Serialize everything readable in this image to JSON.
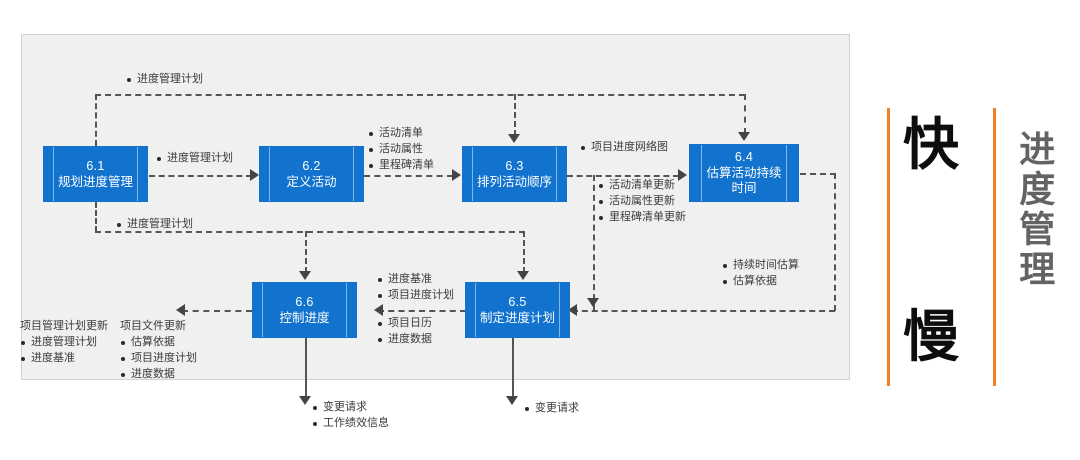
{
  "diagram": {
    "title": "进度管理",
    "boxes": [
      {
        "id": "6.1",
        "num": "6.1",
        "name": "规划进度管理"
      },
      {
        "id": "6.2",
        "num": "6.2",
        "name": "定义活动"
      },
      {
        "id": "6.3",
        "num": "6.3",
        "name": "排列活动顺序"
      },
      {
        "id": "6.4",
        "num": "6.4",
        "name": "估算活动持续时间"
      },
      {
        "id": "6.5",
        "num": "6.5",
        "name": "制定进度计划"
      },
      {
        "id": "6.6",
        "num": "6.6",
        "name": "控制进度"
      }
    ],
    "labels": {
      "top_feedback": [
        "进度管理计划"
      ],
      "p61_to_p62": [
        "进度管理计划"
      ],
      "p61_to_p66": [
        "进度管理计划"
      ],
      "p62_to_p63": [
        "活动清单",
        "活动属性",
        "里程碑清单"
      ],
      "p63_to_p64_above": [
        "项目进度网络图"
      ],
      "p63_to_p65_below": [
        "活动清单更新",
        "活动属性更新",
        "里程碑清单更新"
      ],
      "p64_to_p65": [
        "持续时间估算",
        "估算依据"
      ],
      "p65_to_p66_above": [
        "进度基准",
        "项目进度计划"
      ],
      "p65_to_p66_below": [
        "项目日历",
        "进度数据"
      ],
      "p66_out_col1_header": "项目管理计划更新",
      "p66_out_col1": [
        "进度管理计划",
        "进度基准"
      ],
      "p66_out_col2_header": "项目文件更新",
      "p66_out_col2": [
        "估算依据",
        "项目进度计划",
        "进度数据"
      ],
      "p66_down": [
        "变更请求",
        "工作绩效信息"
      ],
      "p65_down": [
        "变更请求"
      ]
    },
    "banner": {
      "brand_chars": [
        "快",
        "慢"
      ],
      "title_vertical": "进度管理",
      "accent_color": "#f07f28",
      "box_color": "#1273ce"
    }
  }
}
